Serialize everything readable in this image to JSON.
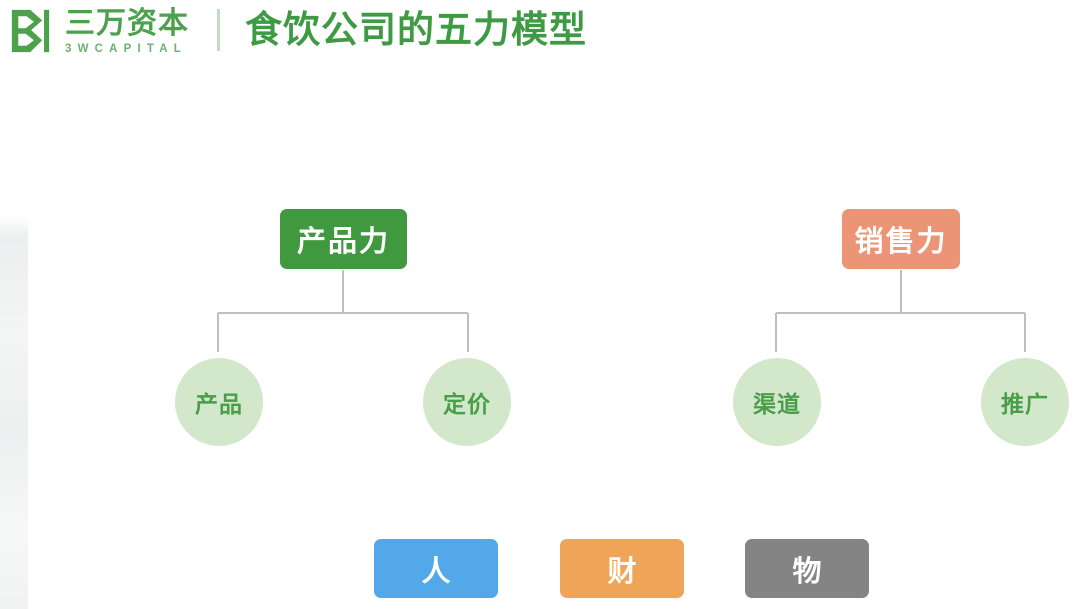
{
  "header": {
    "logo": {
      "icon": "3w-capital-logo-mark",
      "name_cn": "三万资本",
      "name_en": "3WCAPITAL",
      "color": "#4CA14C"
    },
    "divider_color": "#BFE0BF",
    "title": "食饮公司的五力模型",
    "title_color": "#3E9B44"
  },
  "diagram": {
    "type": "hierarchy-tree",
    "pillars": [
      {
        "id": "product",
        "label": "产品力",
        "bg": "#41993F",
        "text_color": "#FFFFFF"
      },
      {
        "id": "sales",
        "label": "销售力",
        "bg": "#EC9476",
        "text_color": "#FFFFFF"
      }
    ],
    "leaves": [
      {
        "id": "chanpin",
        "parent": "product",
        "label": "产品",
        "bg": "#D3E8CA",
        "text_color": "#4A9E4A"
      },
      {
        "id": "dingjia",
        "parent": "product",
        "label": "定价",
        "bg": "#D3E8CA",
        "text_color": "#4A9E4A"
      },
      {
        "id": "qudao",
        "parent": "sales",
        "label": "渠道",
        "bg": "#D3E8CA",
        "text_color": "#4A9E4A"
      },
      {
        "id": "tuiguang",
        "parent": "sales",
        "label": "推广",
        "bg": "#D3E8CA",
        "text_color": "#4A9E4A"
      }
    ],
    "resources": [
      {
        "id": "ren",
        "label": "人",
        "bg": "#52A8E8",
        "text_color": "#FFFFFF"
      },
      {
        "id": "cai",
        "label": "财",
        "bg": "#EFA457",
        "text_color": "#FFFFFF"
      },
      {
        "id": "wu",
        "label": "物",
        "bg": "#848484",
        "text_color": "#FFFFFF"
      }
    ],
    "connector_color": "#BFBFBF"
  }
}
